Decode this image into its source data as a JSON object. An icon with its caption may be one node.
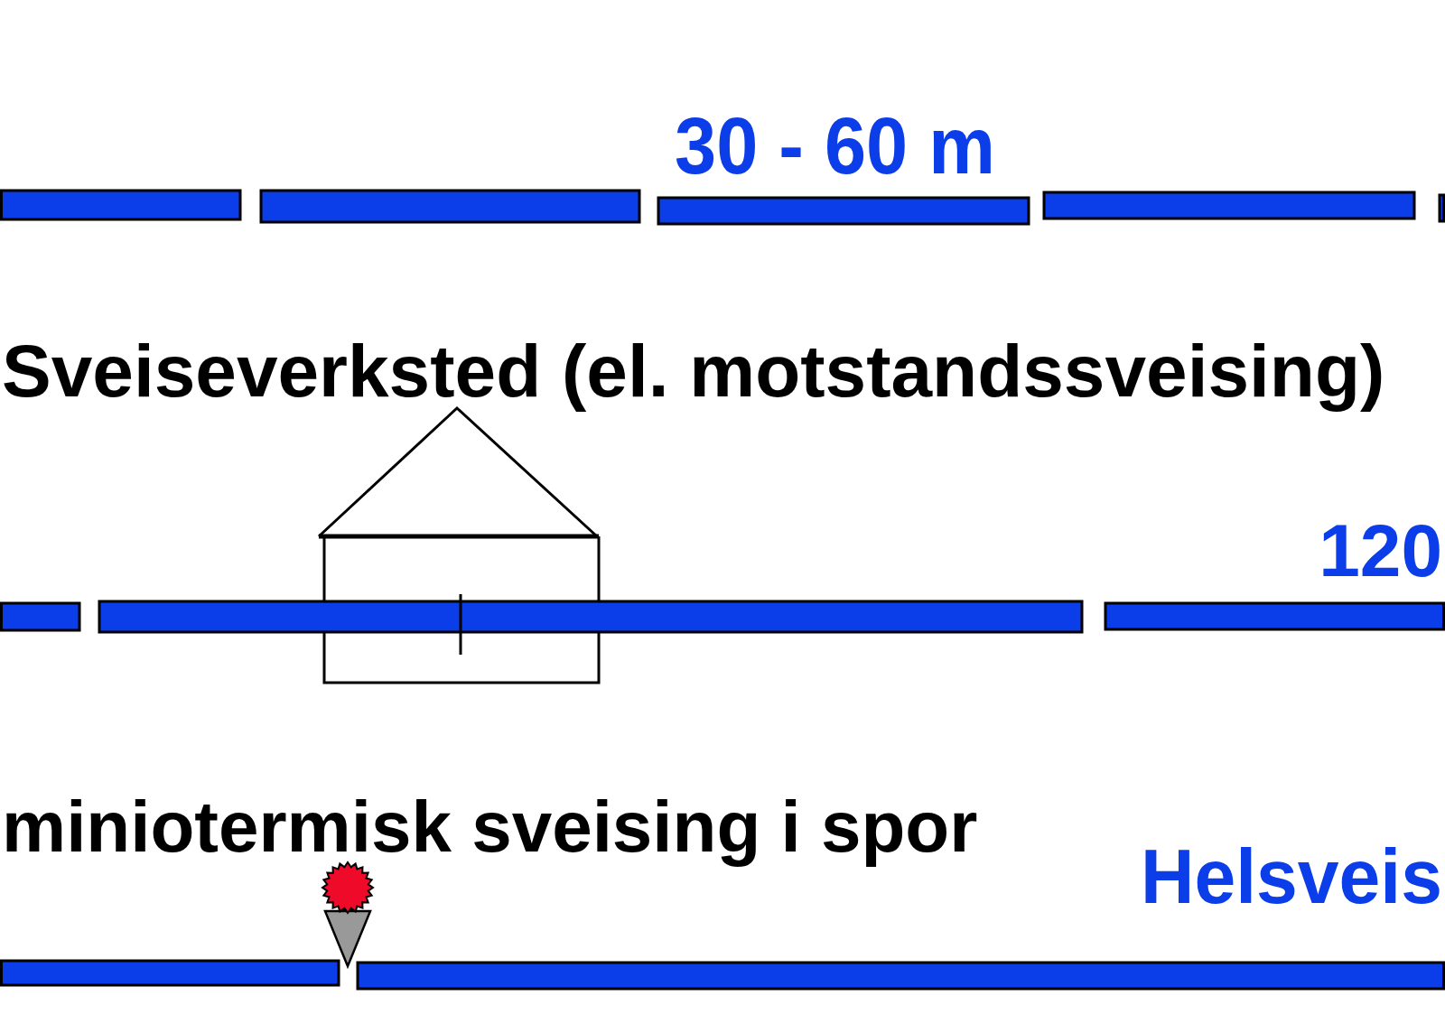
{
  "diagram": {
    "labels": [
      "30 - 60 m",
      "Sveiseverksted (el. motstandssveising)",
      "120",
      "miniotermisk sveising i spor",
      "Helsveis"
    ]
  }
}
